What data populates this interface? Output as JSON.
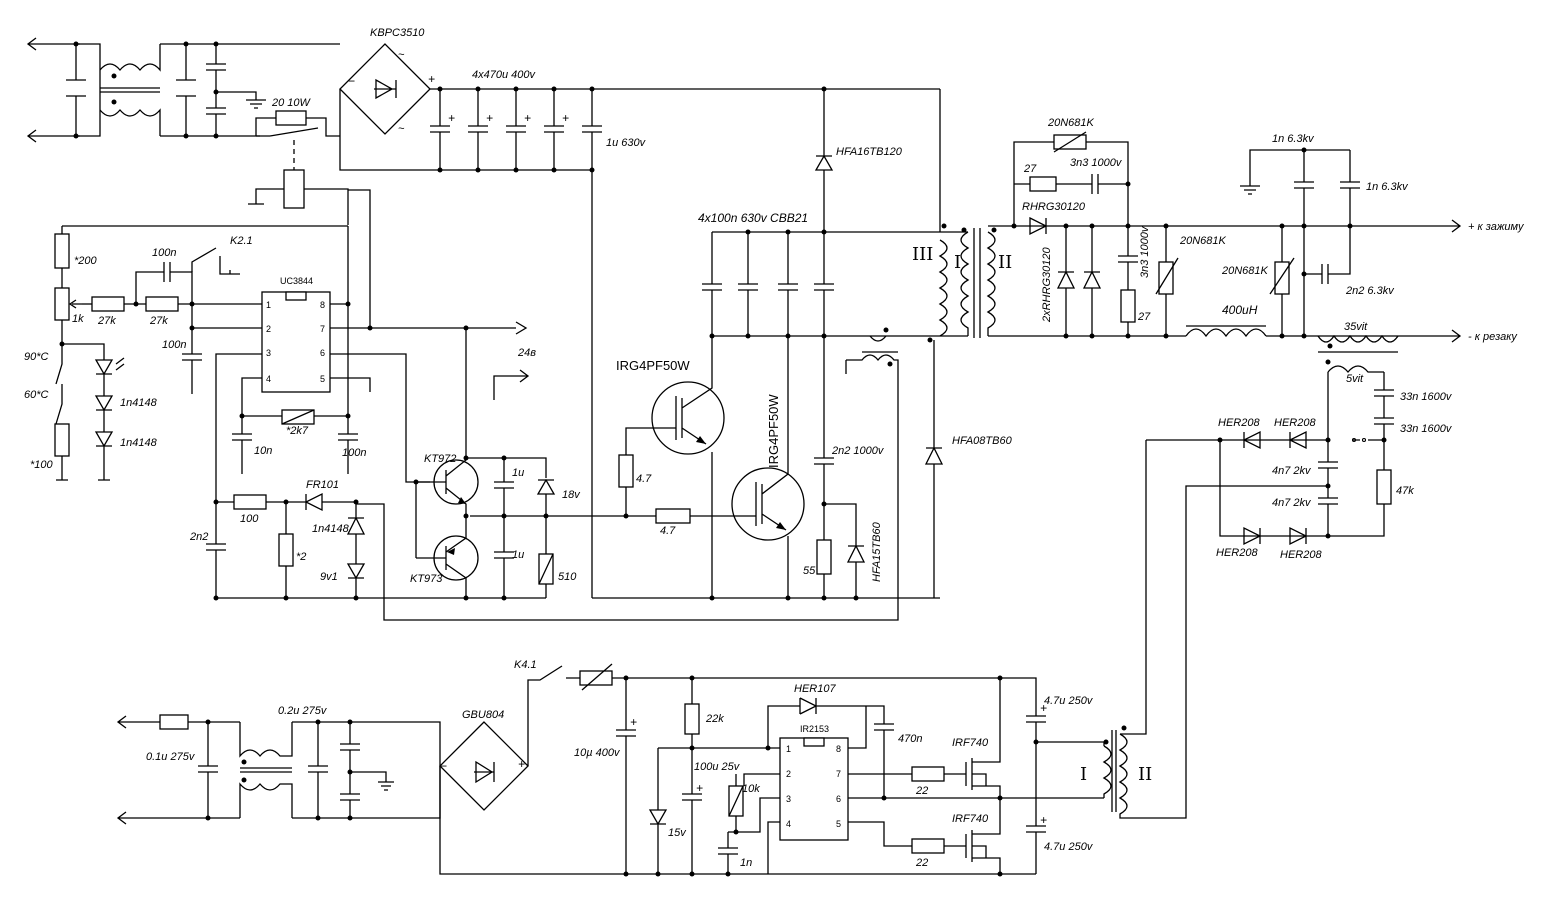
{
  "labels": {
    "kbpc": "KBPC3510",
    "caps_main": "4x470u 400v",
    "r_inrush": "20 10W",
    "c_1u630": "1u 630v",
    "d_hfa16": "HFA16TB120",
    "caps_cbb": "4x100n 630v CBB21",
    "igbt1": "IRG4PF50W",
    "igbt2": "IRG4PF50W",
    "c_2n2_1000": "2n2 1000v",
    "d_hfa08": "HFA08TB60",
    "d_hfa15": "HFA15TB60",
    "r_55": "55",
    "r200": "*200",
    "c100n_a": "100n",
    "k21": "K2.1",
    "uc": "UC3844",
    "r1k": "1k",
    "r27k_a": "27k",
    "r27k_b": "27k",
    "c100n_b": "100n",
    "t90": "90*C",
    "t60": "60*C",
    "d1n4148_a": "1n4148",
    "d1n4148_b": "1n4148",
    "r100s": "*100",
    "c10n": "10n",
    "r2k7": "*2k7",
    "c100n_c": "100n",
    "kt972": "KT972",
    "kt973": "KT973",
    "c1u_a": "1u",
    "c1u_b": "1u",
    "z18": "18v",
    "r510": "510",
    "r4_7a": "4.7",
    "r4_7b": "4.7",
    "c2n2": "2n2",
    "r100": "100",
    "fr101": "FR101",
    "d1n4148_c": "1n4148",
    "r2s": "*2",
    "z9v1": "9v1",
    "v24": "24в",
    "n681k_top": "20N681K",
    "c3n3_top": "3n3 1000v",
    "r27_top": "27",
    "rhrg": "RHRG30120",
    "rhrg2": "2xRHRG30120",
    "c3n3_v": "3n3 1000v",
    "r27_v": "27",
    "n681k_mid": "20N681K",
    "l400": "400uH",
    "c1n_a": "1n 6.3kv",
    "c1n_b": "1n 6.3kv",
    "n681k_r": "20N681K",
    "c2n2_63": "2n2 6.3kv",
    "out_plus": "+ к зажиму",
    "out_minus": "- к резаку",
    "t35": "35vit",
    "t5": "5vit",
    "c33n_a": "33n 1600v",
    "c33n_b": "33n 1600v",
    "her_a": "HER208",
    "her_b": "HER208",
    "her_c": "HER208",
    "her_d": "HER208",
    "c4n7_a": "4n7 2kv",
    "c4n7_b": "4n7 2kv",
    "r47k": "47k",
    "k41": "K4.1",
    "her107": "HER107",
    "r22k": "22k",
    "ir2153": "IR2153",
    "c470n": "470n",
    "irf740_a": "IRF740",
    "irf740_b": "IRF740",
    "c47u_a": "4.7u 250v",
    "c47u_b": "4.7u 250v",
    "c02u": "0.2u 275v",
    "gbu": "GBU804",
    "c01u": "0.1u 275v",
    "c10u": "10µ 400v",
    "c100u": "100u 25v",
    "r10k": "10k",
    "z15": "15v",
    "c1n": "1n",
    "r22_a": "22",
    "r22_b": "22",
    "tr_I": "I",
    "tr_II": "II",
    "tr_III": "III",
    "tr2_I": "I",
    "tr2_II": "II"
  }
}
